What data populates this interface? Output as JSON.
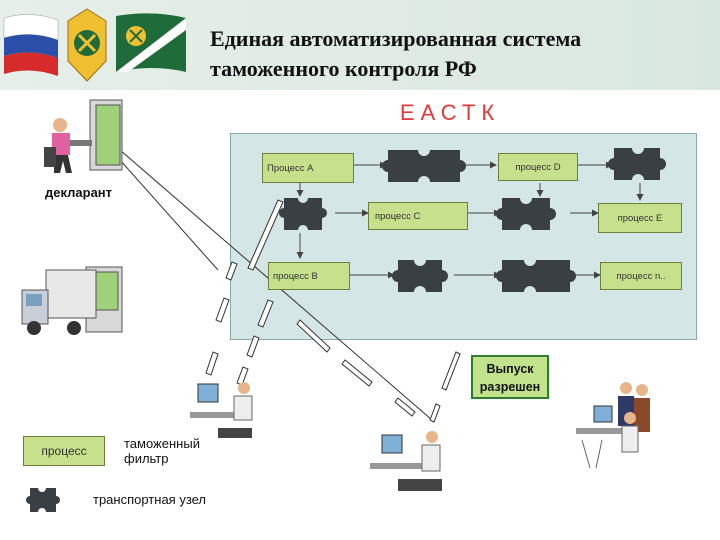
{
  "header": {
    "title_line1": "Единая автоматизированная система",
    "title_line2": "таможенного контроля РФ"
  },
  "system_name": "ЕАСТК",
  "processes": {
    "a": "Процесс А",
    "b": "процесс В",
    "c": "процесс С",
    "d": "процесс D",
    "e": "процесс Е",
    "n": "процесс n.."
  },
  "actors": {
    "declarant": "декларант"
  },
  "release_box": {
    "line1": "Выпуск",
    "line2": "разрешен"
  },
  "legend": {
    "process": "процесс",
    "customs_filter_line1": "таможенный",
    "customs_filter_line2": "фильтр",
    "transport_node": "транспортная узел"
  },
  "colors": {
    "process_fill": "#c6e08c",
    "node_fill": "#3a3f44",
    "panel_fill": "#d4e6e6",
    "title_accent": "#e23a3a",
    "flag_white": "#ffffff",
    "flag_blue": "#2b4fa8",
    "flag_red": "#d62b2b",
    "customs_green": "#1f6b3a"
  }
}
